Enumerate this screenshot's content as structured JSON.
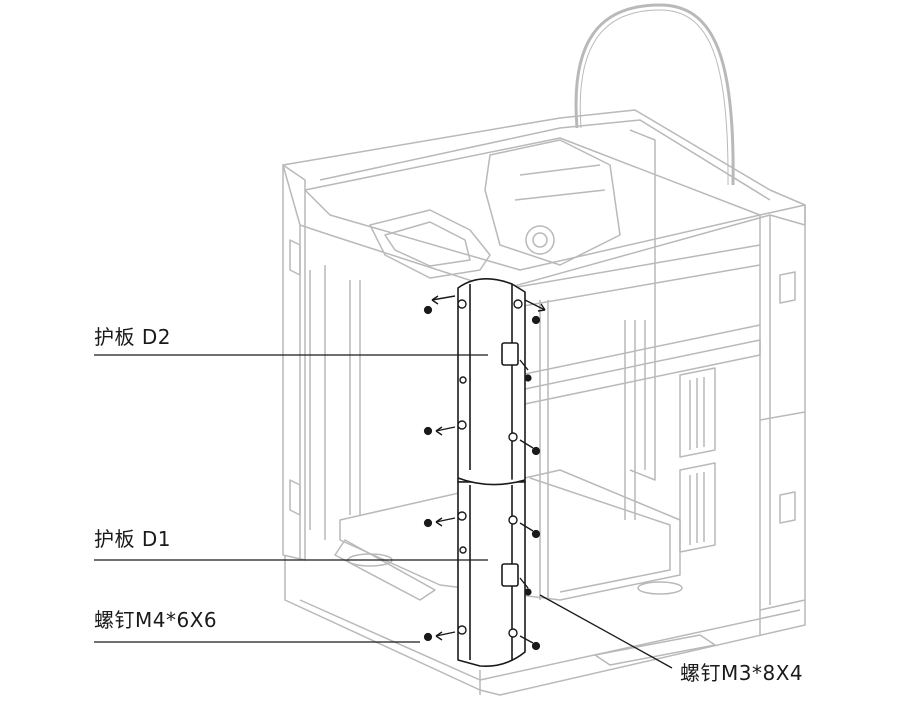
{
  "labels": {
    "panel_d2": "护板 D2",
    "panel_d1": "护板 D1",
    "screw_m4": "螺钉M4*6X6",
    "screw_m3": "螺钉M3*8X4"
  },
  "colors": {
    "line_dark": "#1a1a1a",
    "line_light": "#b9b9b9",
    "fill_light": "#f3f3f3"
  }
}
